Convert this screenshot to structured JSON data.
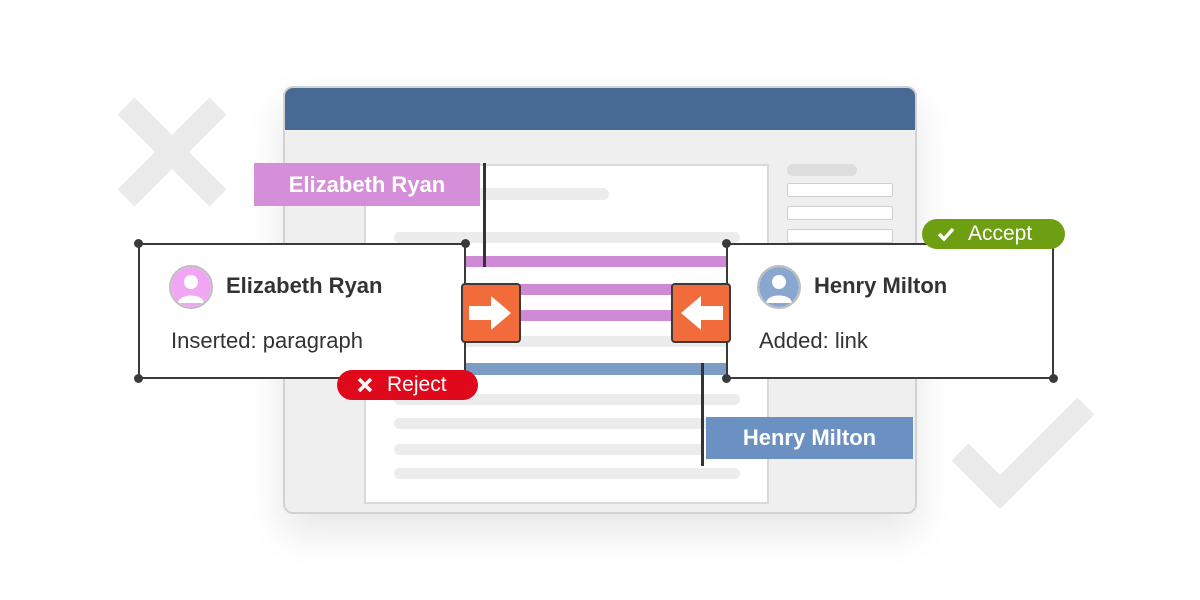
{
  "colors": {
    "window_bar": "#466a94",
    "pink_highlight": "#cf8ad6",
    "pink_tag": "#d48fd8",
    "blue_highlight": "#7b9cc4",
    "blue_tag": "#6b91c2",
    "arrow_button": "#f26b3a",
    "accept": "#6e9f13",
    "reject": "#e0091b"
  },
  "tags": {
    "left_author": "Elizabeth Ryan",
    "right_author": "Henry Milton"
  },
  "cards": {
    "left": {
      "author": "Elizabeth Ryan",
      "description": "Inserted: paragraph",
      "avatar_icon": "user-avatar-icon",
      "avatar_color": "#f0a6f2"
    },
    "right": {
      "author": "Henry Milton",
      "description": "Added: link",
      "avatar_icon": "user-avatar-icon",
      "avatar_color": "#8aa8cf"
    }
  },
  "actions": {
    "accept_label": "Accept",
    "reject_label": "Reject",
    "accept_icon": "check-icon",
    "reject_icon": "close-icon",
    "left_arrow_icon": "arrow-right-icon",
    "right_arrow_icon": "arrow-left-icon"
  },
  "background": {
    "x_icon": "x-mark-icon",
    "check_icon": "check-mark-icon"
  }
}
